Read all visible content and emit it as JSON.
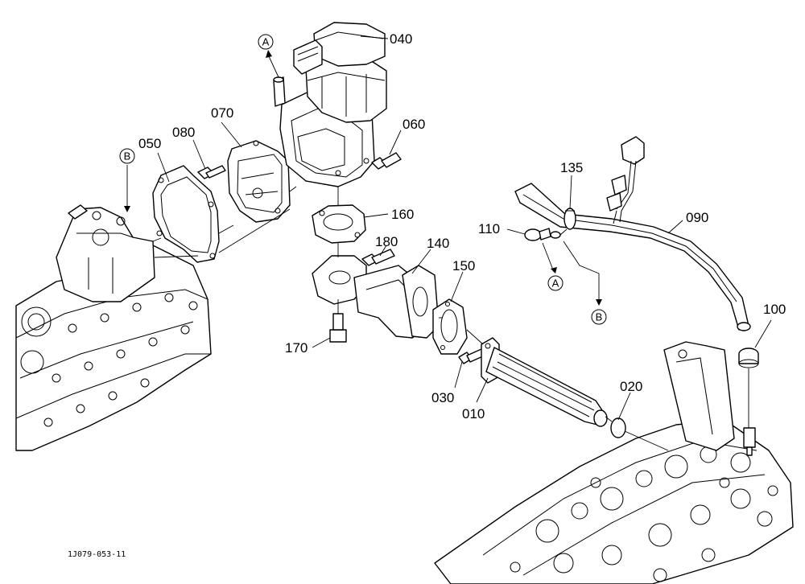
{
  "diagram_code": "1J079-053-11",
  "callouts": {
    "p010": "010",
    "p020": "020",
    "p030": "030",
    "p040": "040",
    "p050": "050",
    "p060": "060",
    "p070": "070",
    "p080": "080",
    "p090": "090",
    "p100": "100",
    "p110": "110",
    "p135": "135",
    "p140": "140",
    "p150": "150",
    "p160": "160",
    "p170": "170",
    "p180": "180"
  },
  "references": {
    "a_top": "A",
    "a_clamp": "A",
    "b_left": "B",
    "b_hose": "B"
  }
}
